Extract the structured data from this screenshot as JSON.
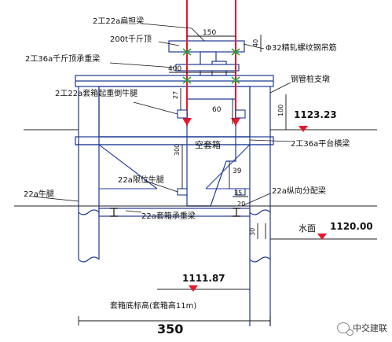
{
  "colors": {
    "outline": "#1f3a93",
    "rod": "#e8182d",
    "node": "#1aa62f",
    "text": "#111111",
    "ground": "#222222"
  },
  "labels": {
    "spreader_beam": "2工22a扁担梁",
    "jack": "200t千斤顶",
    "bearing_beam": "2工36a千斤顶承重梁",
    "hanger_rod": "Φ32精轧螺纹钢吊筋",
    "pile_pier": "钢管桩支墩",
    "lifting_corbel": "2工22a套箱起重倒牛腿",
    "platform_beam": "2工36a平台横梁",
    "empty_box": "空套箱",
    "limit_corbel": "22a限位牛腿",
    "corbel": "22a牛腿",
    "dist_beam": "22a纵向分配梁",
    "box_bearing_beam": "22a套箱承重梁",
    "water_surface": "水面",
    "box_bottom": "套箱底标高(套箱高11m)"
  },
  "dimensions": {
    "d150": "150",
    "d400": "400",
    "d40": "40",
    "d27": "27",
    "d60": "60",
    "d100": "100",
    "d300": "300",
    "d39": "39",
    "d35": "35",
    "d20": "20",
    "d30": "30",
    "d350": "350"
  },
  "elevations": {
    "pile_top": "1123.23",
    "water": "1120.00",
    "box_bottom": "1111.87"
  },
  "watermark": "中交建联"
}
